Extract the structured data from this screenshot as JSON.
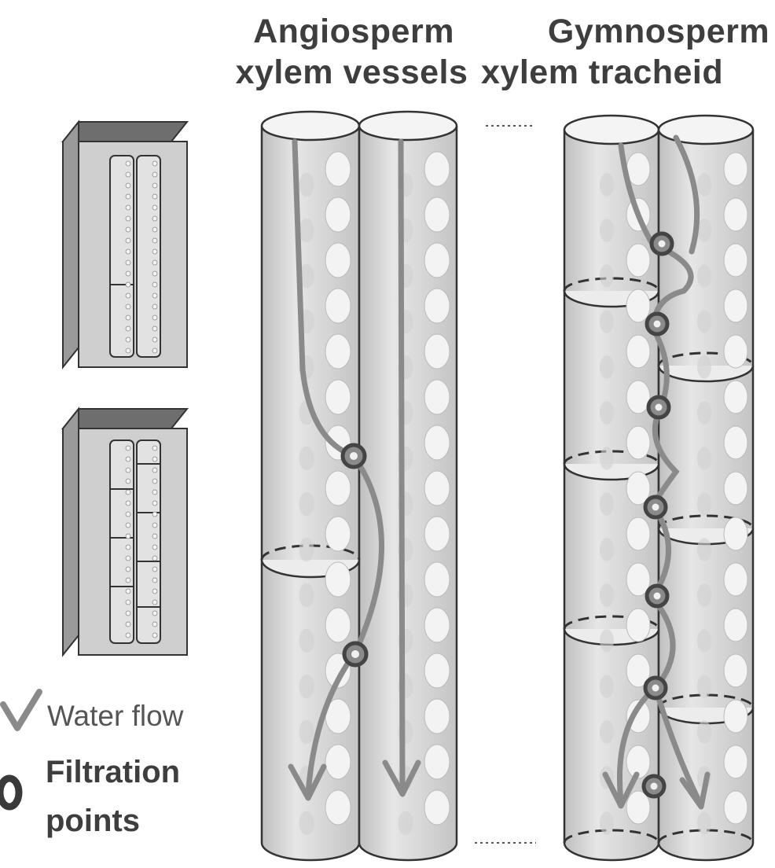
{
  "titles": {
    "angiosperm_line1": "Angiosperm",
    "angiosperm_line2": "xylem vessels",
    "gymnosperm_line1": "Gymnosperm",
    "gymnosperm_line2": "xylem tracheid"
  },
  "legend": {
    "water_flow": "Water flow",
    "filtration_line1": "Filtration",
    "filtration_line2": "points",
    "water_flow_icon": "arrow-down-icon",
    "filtration_icon": "ring-icon"
  },
  "colors": {
    "background": "#ffffff",
    "tube_fill": "#d9d9d9",
    "tube_stroke": "#333333",
    "pit": "#f2f2f2",
    "flow_arrow": "#8a8a8a",
    "filtration_ring": "#555555",
    "block_face": "#cfcfcf",
    "block_top": "#6e6e6e",
    "text": "#3e3e3e"
  }
}
